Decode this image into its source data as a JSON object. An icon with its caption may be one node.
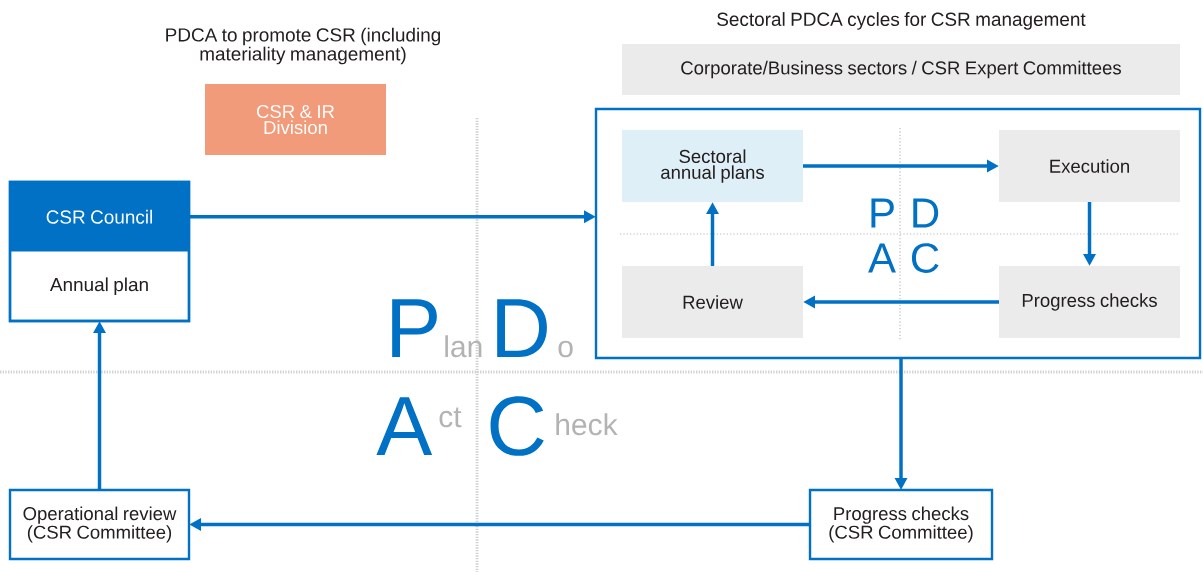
{
  "diagram": {
    "nodes": [
      {
        "text": [
          "CSR & IR Division"
        ]
      },
      {
        "text": [
          "CSR Council",
          "Annual plan"
        ]
      },
      {
        "text": [
          "Corporate/Business sectors / CSR Expert Committees"
        ],
        "beside": [
          "Sectoral PDCA cycles for CSR management"
        ]
      },
      {
        "text": [],
        "shape": "box"
      },
      {
        "text": [
          "Sectoral annual plans"
        ],
        "in": 3
      },
      {
        "text": [
          "Execution"
        ],
        "in": 3
      },
      {
        "text": [
          "Review"
        ],
        "in": 3
      },
      {
        "text": [
          "Progress checks"
        ],
        "in": 3
      },
      {
        "text": [
          "Progress checks (CSR Committee)"
        ]
      },
      {
        "text": [
          "Operational review (CSR Committee)"
        ]
      }
    ],
    "edges": [
      {
        "from": 1,
        "to": 3,
        "arrow": "to"
      },
      {
        "from": 4,
        "to": 5,
        "arrow": "to"
      },
      {
        "from": 5,
        "to": 7,
        "arrow": "to"
      },
      {
        "from": 7,
        "to": 6,
        "arrow": "to"
      },
      {
        "from": 6,
        "to": 4,
        "arrow": "to"
      },
      {
        "from": 3,
        "to": 8,
        "arrow": "to"
      },
      {
        "from": 8,
        "to": 9,
        "arrow": "to"
      },
      {
        "from": 9,
        "to": 1,
        "arrow": "to"
      }
    ],
    "labels": [
      "PDCA to promote CSR (including materiality management)",
      "P",
      "D",
      "A",
      "C",
      "P",
      "lan",
      "D",
      "o",
      "A",
      "ct",
      "C",
      "heck"
    ]
  }
}
